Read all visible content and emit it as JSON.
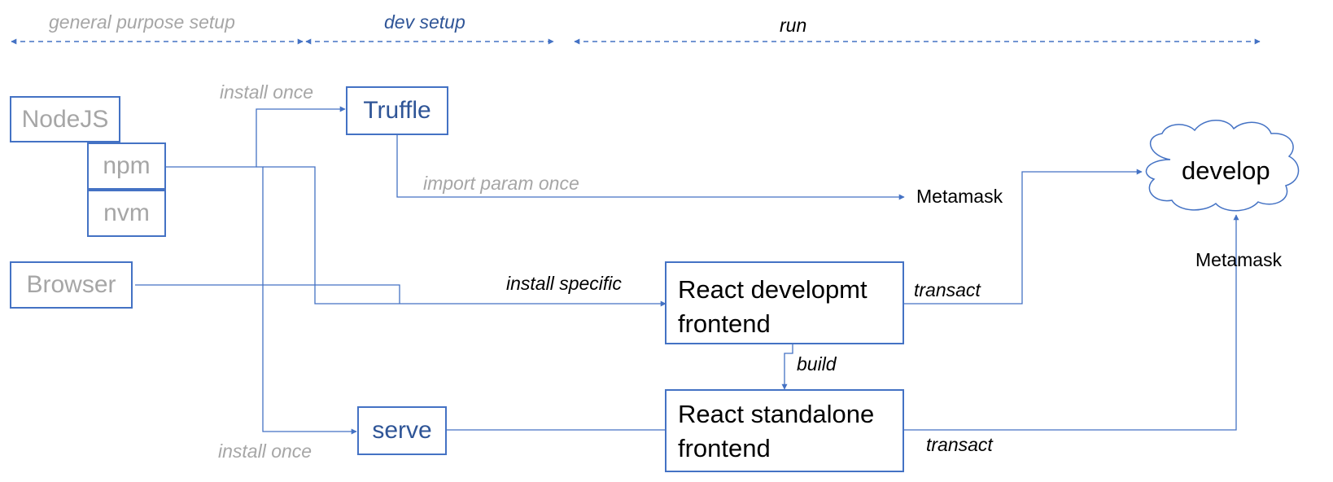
{
  "phases": {
    "general": "general purpose setup",
    "dev": "dev setup",
    "run": "run"
  },
  "nodes": {
    "nodejs": "NodeJS",
    "npm": "npm",
    "nvm": "nvm",
    "browser": "Browser",
    "truffle": "Truffle",
    "serve": "serve",
    "react_dev_line1": "React developmt",
    "react_dev_line2": "frontend",
    "react_standalone_line1": "React standalone",
    "react_standalone_line2": "frontend",
    "develop": "develop",
    "metamask_top": "Metamask",
    "metamask_right": "Metamask"
  },
  "edges": {
    "install_once_top": "install once",
    "install_once_bottom": "install once",
    "import_param_once": "import param once",
    "install_specific": "install specific",
    "transact_top": "transact",
    "transact_bottom": "transact",
    "build": "build"
  },
  "colors": {
    "line": "#4472c4",
    "blue_text": "#2f5597",
    "grey_text": "#a6a6a6"
  }
}
